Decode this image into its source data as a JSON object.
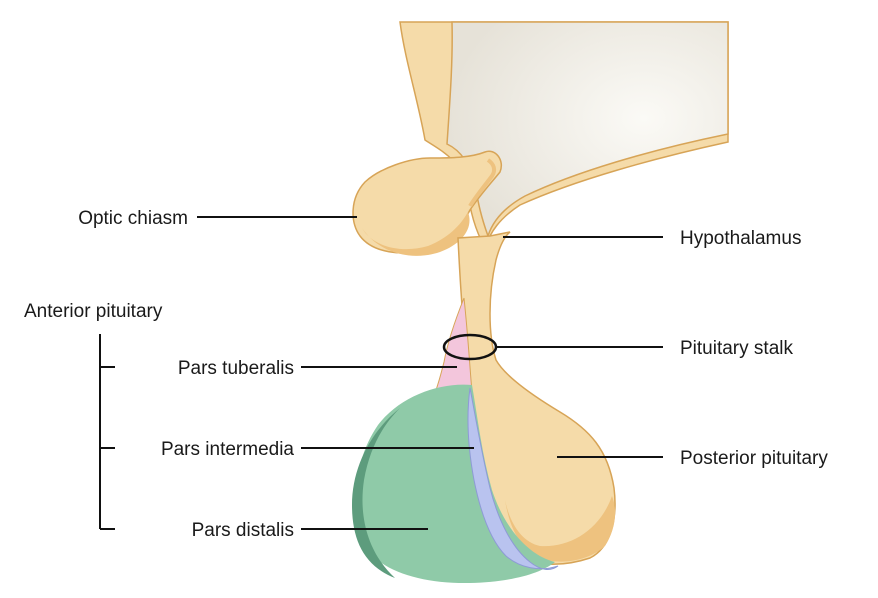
{
  "labels": {
    "optic_chiasm": "Optic chiasm",
    "hypothalamus": "Hypothalamus",
    "anterior_pituitary": "Anterior pituitary",
    "pituitary_stalk": "Pituitary stalk",
    "pars_tuberalis": "Pars tuberalis",
    "pars_intermedia": "Pars intermedia",
    "posterior_pituitary": "Posterior pituitary",
    "pars_distalis": "Pars distalis"
  },
  "colors": {
    "neural_tissue": "#f5dba9",
    "neural_shadow": "#eec27f",
    "outline": "#d7a457",
    "ventricle": "#ece9e1",
    "pars_tuberalis": "#f3c6dc",
    "pars_intermedia": "#b9c3ef",
    "pars_distalis": "#8fcaa8",
    "pars_distalis_dark": "#5d9c7d",
    "leader_line": "#111111"
  }
}
